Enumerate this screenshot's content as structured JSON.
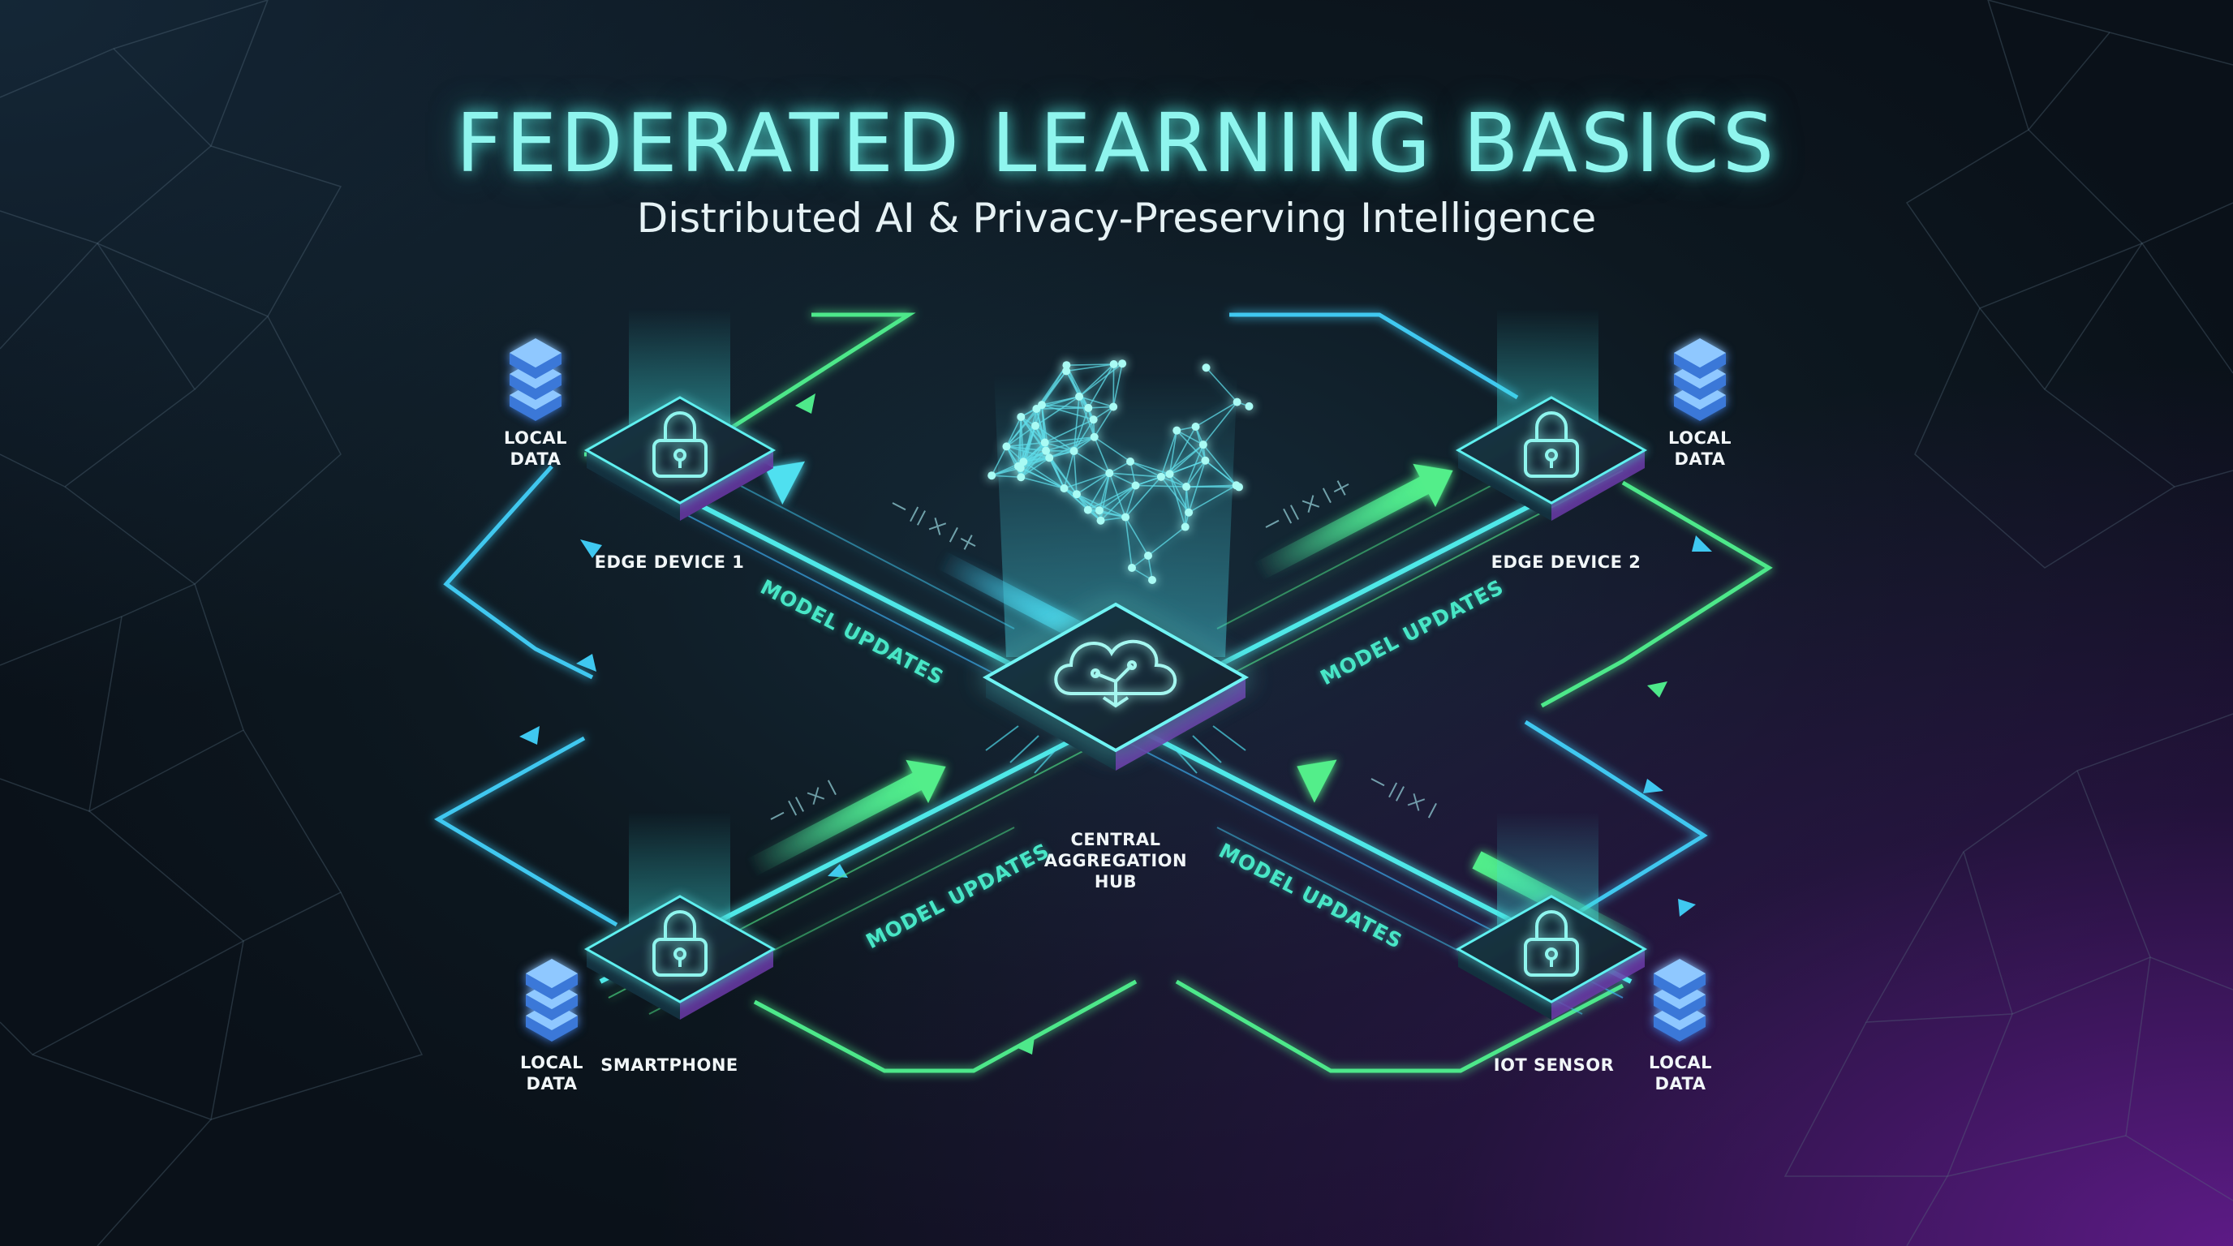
{
  "title": "FEDERATED LEARNING BASICS",
  "subtitle": "Distributed AI & Privacy-Preserving Intelligence",
  "hub": {
    "label": "CENTRAL\nAGGREGATION\nHUB"
  },
  "nodes": {
    "edge1": {
      "label": "EDGE DEVICE 1",
      "data_label": "LOCAL\nDATA"
    },
    "edge2": {
      "label": "EDGE DEVICE 2",
      "data_label": "LOCAL\nDATA"
    },
    "phone": {
      "label": "SMARTPHONE",
      "data_label": "LOCAL\nDATA"
    },
    "iot": {
      "label": "IOT SENSOR",
      "data_label": "LOCAL\nDATA"
    }
  },
  "flow_label": "MODEL UPDATES",
  "colors": {
    "cyan": "#4fe8e8",
    "green": "#4ee88a",
    "blue": "#3fb7ff",
    "purple": "#8a3ccf"
  },
  "icons": {
    "device": "lock-icon",
    "hub": "cloud-brain-icon",
    "storage": "database-stack-icon",
    "top": "neural-brain-icon"
  }
}
